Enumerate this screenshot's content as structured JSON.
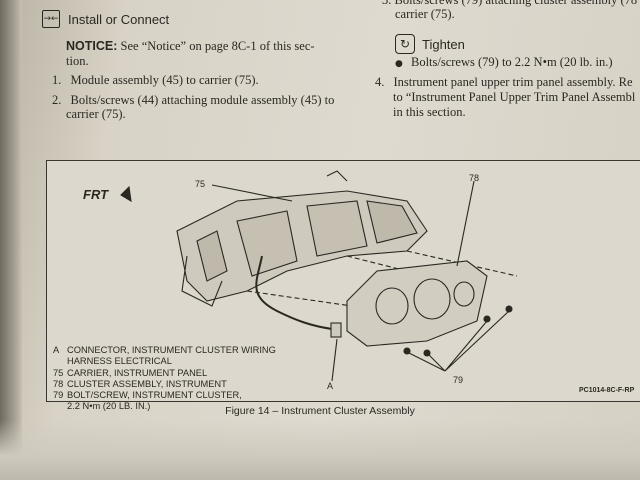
{
  "left_column": {
    "install_heading": "Install or Connect",
    "install_icon": "arrows-icon",
    "notice_label": "NOTICE:",
    "notice_text_1": "See “Notice” on page 8C-1 of this sec-",
    "notice_text_2": "tion.",
    "steps": [
      {
        "num": "1.",
        "line1": "Module assembly (45) to carrier (75).",
        "line2": ""
      },
      {
        "num": "2.",
        "line1": "Bolts/screws (44) attaching module assembly (45) to",
        "line2": "carrier (75)."
      }
    ]
  },
  "right_column": {
    "top_partial_1": "3.  Bolts/screws (79) attaching cluster assembly (78",
    "top_partial_2": "carrier (75).",
    "tighten_heading": "Tighten",
    "tighten_icon": "torque-wrench-icon",
    "tighten_bullet": "Bolts/screws (79) to 2.2 N•m (20 lb. in.)",
    "step4_num": "4.",
    "step4_line1": "Instrument panel upper trim panel assembly. Re",
    "step4_line2": "to “Instrument Panel Upper Trim Panel Assembl",
    "step4_line3": "in this section."
  },
  "figure": {
    "frt_label": "FRT",
    "callouts": {
      "c75": "75",
      "c78": "78",
      "c79": "79",
      "cA": "A"
    },
    "code": "PC1014-8C-F-RP",
    "legend": [
      {
        "key": "A",
        "text": "CONNECTOR, INSTRUMENT CLUSTER WIRING"
      },
      {
        "key": "",
        "text": "HARNESS ELECTRICAL"
      },
      {
        "key": "75",
        "text": "CARRIER, INSTRUMENT PANEL"
      },
      {
        "key": "78",
        "text": "CLUSTER ASSEMBLY, INSTRUMENT"
      },
      {
        "key": "79",
        "text": "BOLT/SCREW, INSTRUMENT CLUSTER,"
      },
      {
        "key": "",
        "text": "2.2 N•m (20 LB. IN.)"
      }
    ],
    "caption": "Figure 14 – Instrument Cluster Assembly"
  }
}
